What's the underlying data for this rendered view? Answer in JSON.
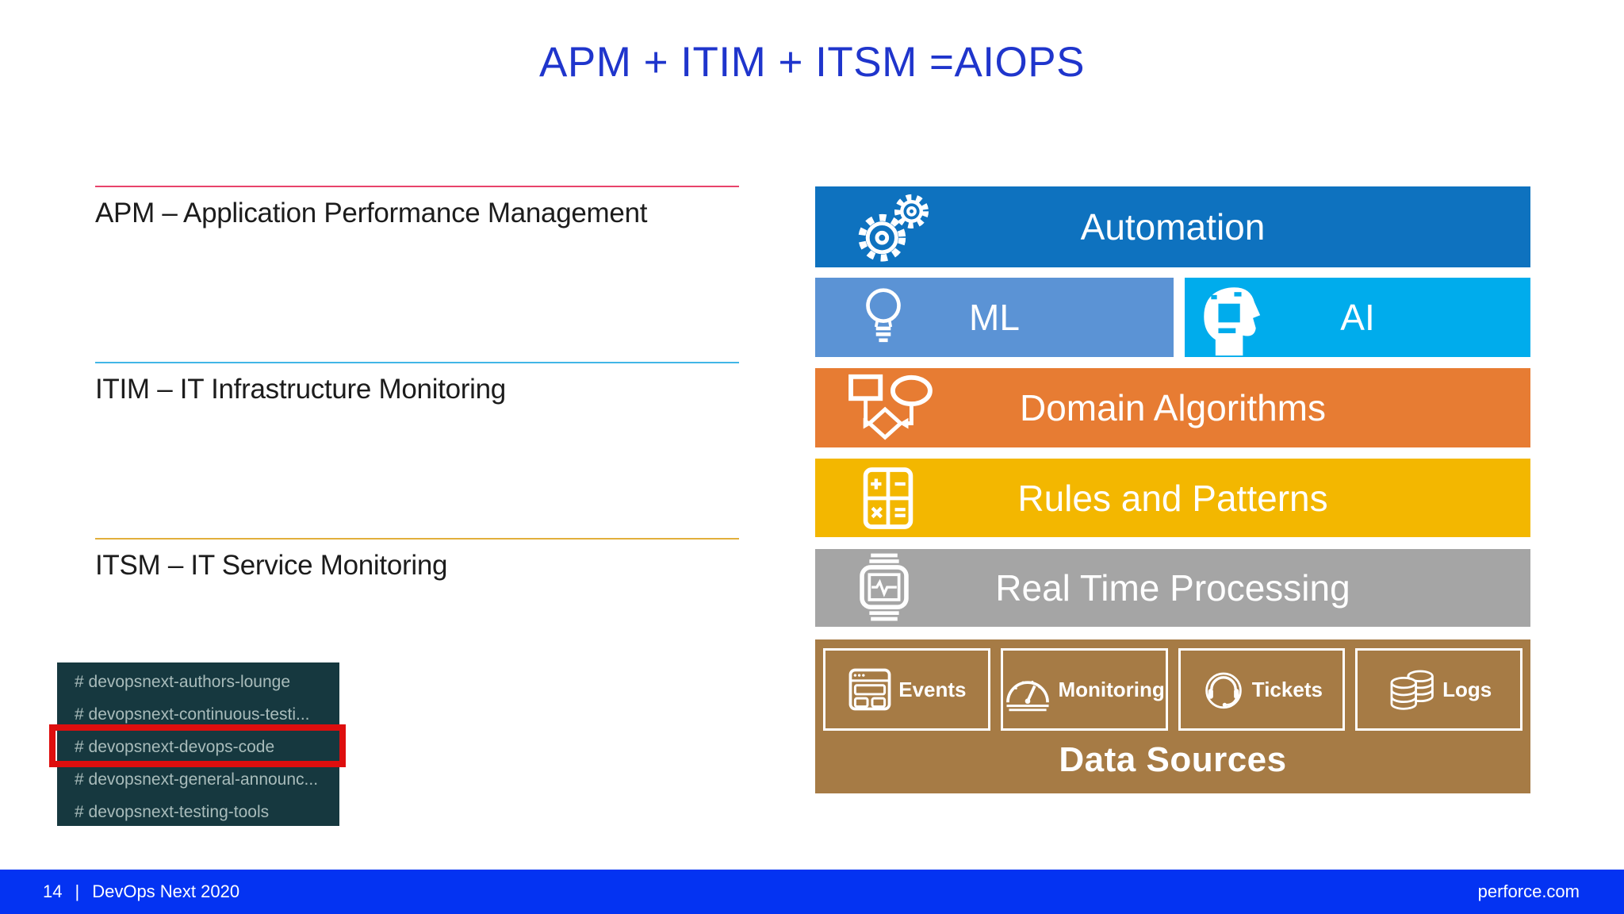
{
  "slide": {
    "title": "APM + ITIM + ITSM =AIOPS",
    "title_color": "#1F35CC",
    "background": "#FFFFFF"
  },
  "definitions": [
    {
      "label": "APM – Application Performance Management",
      "divider_color": "#E8436B"
    },
    {
      "label": "ITIM – IT Infrastructure Monitoring",
      "divider_color": "#41B6E6"
    },
    {
      "label": "ITSM – IT Service Monitoring",
      "divider_color": "#E2AF3C"
    }
  ],
  "channel_list": {
    "background": "#16383F",
    "text_color": "#A9BCBB",
    "highlight_color": "#DE0E0E",
    "highlighted_index": 2,
    "items": [
      "# devopsnext-authors-lounge",
      "# devopsnext-continuous-testi...",
      "# devopsnext-devops-code",
      "# devopsnext-general-announc...",
      "# devopsnext-testing-tools"
    ]
  },
  "stack": {
    "automation": {
      "label": "Automation",
      "color": "#0E72BF",
      "icon": "gears-icon"
    },
    "ml": {
      "label": "ML",
      "color": "#5B93D5",
      "icon": "lightbulb-icon"
    },
    "ai": {
      "label": "AI",
      "color": "#00ACEC",
      "icon": "circuit-head-icon"
    },
    "domain_algorithms": {
      "label": "Domain Algorithms",
      "color": "#E77C33",
      "icon": "flowchart-icon"
    },
    "rules_patterns": {
      "label": "Rules and Patterns",
      "color": "#F3B700",
      "icon": "calculator-icon"
    },
    "real_time": {
      "label": "Real Time Processing",
      "color": "#A5A5A5",
      "icon": "smartwatch-icon"
    },
    "data_sources": {
      "label": "Data Sources",
      "color": "#A67B45",
      "items": [
        {
          "label": "Events",
          "icon": "browser-window-icon"
        },
        {
          "label": "Monitoring",
          "icon": "gauge-icon"
        },
        {
          "label": "Tickets",
          "icon": "headset-icon"
        },
        {
          "label": "Logs",
          "icon": "database-stack-icon"
        }
      ]
    }
  },
  "footer": {
    "page_number": "14",
    "separator": "|",
    "event_name": "DevOps Next 2020",
    "website": "perforce.com",
    "background": "#0433F2"
  }
}
